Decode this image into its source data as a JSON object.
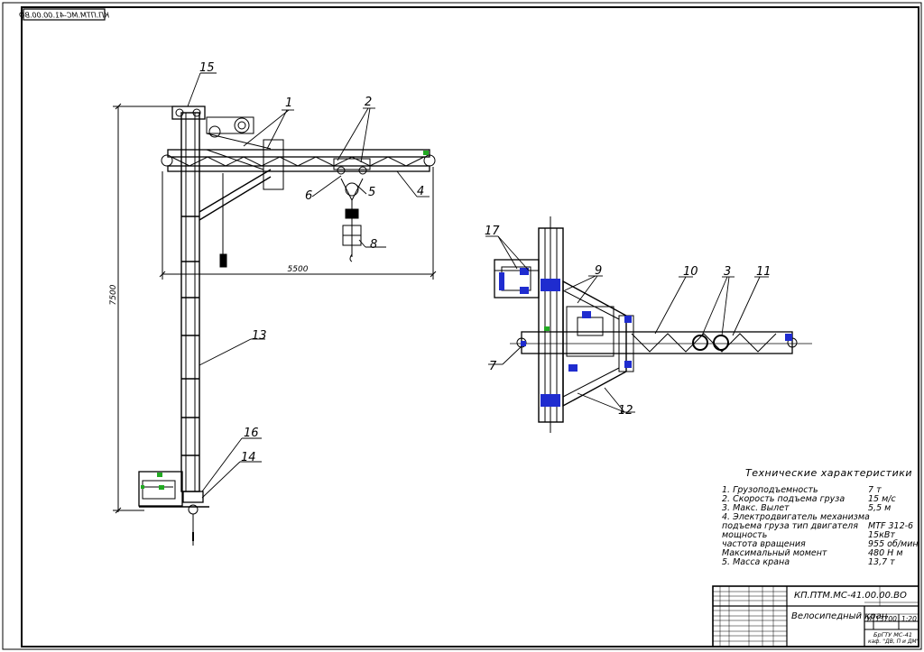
{
  "stamp": {
    "code_mirrored": "КП.ПТМ.МС-41.00.00.ВО"
  },
  "dimensions": {
    "width": "5500",
    "height": "7500"
  },
  "callouts": {
    "c1": "1",
    "c2": "2",
    "c3": "3",
    "c4": "4",
    "c5": "5",
    "c6": "6",
    "c7": "7",
    "c8": "8",
    "c9": "9",
    "c10": "10",
    "c11": "11",
    "c12": "12",
    "c13": "13",
    "c14": "14",
    "c15": "15",
    "c16": "16",
    "c17": "17"
  },
  "specs": {
    "title": "Технические характеристики",
    "rows": [
      {
        "label": "1.  Грузоподъемность",
        "value": "7  т"
      },
      {
        "label": "2.  Скорость подъема груза",
        "value": "15  м/с"
      },
      {
        "label": "3.  Макс. Вылет",
        "value": "5,5  м"
      },
      {
        "label": "4.  Электродвигатель механизма",
        "value": ""
      },
      {
        "label": "подъема груза тип двигателя",
        "value": "MTF  312-6"
      },
      {
        "label": "мощность",
        "value": "15кВт"
      },
      {
        "label": "частота вращения",
        "value": "955 об/мин"
      },
      {
        "label": "Максимальный момент",
        "value": "480  Н м"
      },
      {
        "label": "5.  Масса крана",
        "value": "13,7  т"
      }
    ]
  },
  "title_block": {
    "designation": "КП.ПТМ.МС-41.00.00.ВО",
    "name": "Велосипедный кран",
    "letter": "У",
    "mass": "13700",
    "scale": "1:20",
    "org_line1": "БрГТУ  МС-41",
    "org_line2": "каф. \"ДВ, П и ДМ\""
  },
  "colors": {
    "accent_blue": "#1f2ccf",
    "accent_green": "#22aa22",
    "line": "#000000"
  }
}
